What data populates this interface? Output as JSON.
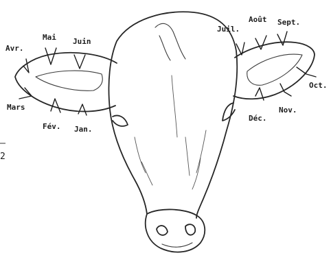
{
  "months_left_ear": {
    "avr": "Avr.",
    "mai": "Mai",
    "juin": "Juin",
    "mars": "Mars",
    "fev": "Fév.",
    "jan": "Jan."
  },
  "months_right_ear": {
    "juil": "Juil.",
    "aout": "Août",
    "sept": "Sept.",
    "oct": "Oct.",
    "nov": "Nov.",
    "dec": "Déc."
  },
  "margin_mark": "2"
}
